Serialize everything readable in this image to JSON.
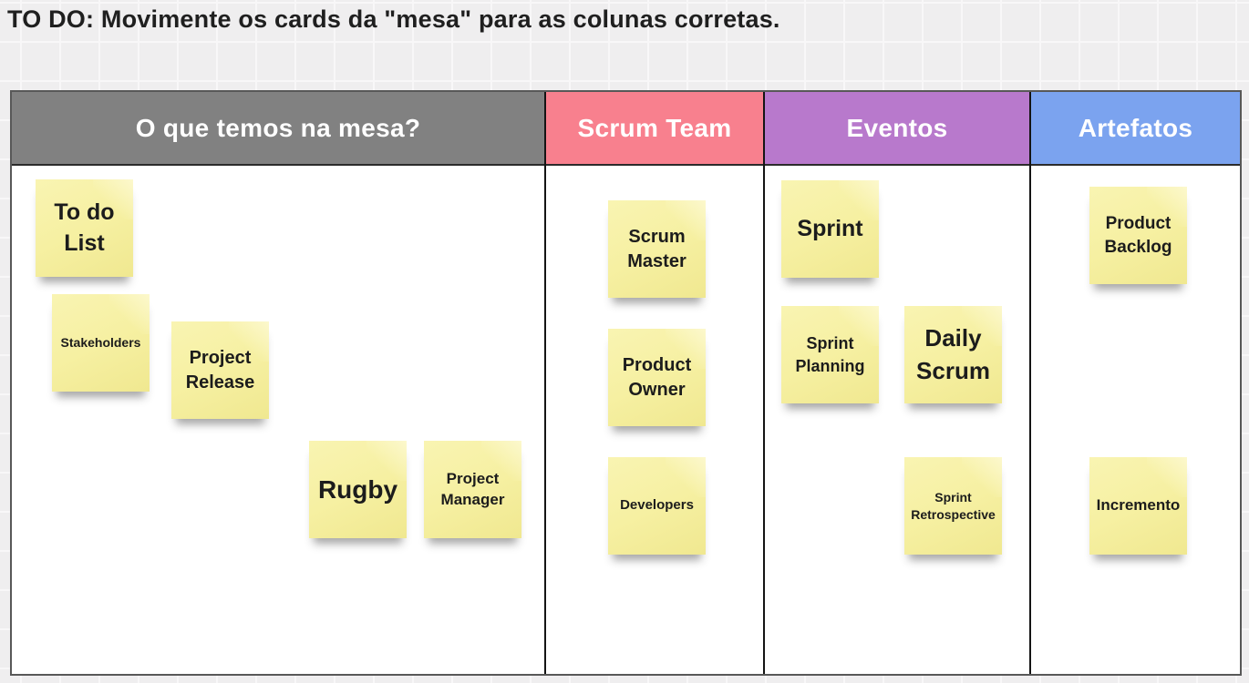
{
  "page": {
    "title": "TO DO: Movimente os cards da \"mesa\" para as colunas corretas."
  },
  "board": {
    "header_text_color": "#FFFFFF",
    "sticky_note_color": "#F6F0A2",
    "note_text_color": "#1C1C1C",
    "columns": [
      {
        "id": "mesa",
        "label": "O que temos na mesa?",
        "color": "#818181"
      },
      {
        "id": "scrum-team",
        "label": "Scrum Team",
        "color": "#F8808E"
      },
      {
        "id": "eventos",
        "label": "Eventos",
        "color": "#B879CC"
      },
      {
        "id": "artefatos",
        "label": "Artefatos",
        "color": "#7BA3EF"
      }
    ],
    "notes": [
      {
        "text": "To do List",
        "column": "mesa"
      },
      {
        "text": "Stakeholders",
        "column": "mesa"
      },
      {
        "text": "Project Release",
        "column": "mesa"
      },
      {
        "text": "Rugby",
        "column": "mesa"
      },
      {
        "text": "Project Manager",
        "column": "mesa"
      },
      {
        "text": "Scrum Master",
        "column": "scrum-team"
      },
      {
        "text": "Product Owner",
        "column": "scrum-team"
      },
      {
        "text": "Developers",
        "column": "scrum-team"
      },
      {
        "text": "Sprint",
        "column": "eventos"
      },
      {
        "text": "Sprint Planning",
        "column": "eventos"
      },
      {
        "text": "Daily Scrum",
        "column": "eventos"
      },
      {
        "text": "Sprint Retrospective",
        "column": "eventos"
      },
      {
        "text": "Product Backlog",
        "column": "artefatos"
      },
      {
        "text": "Incremento",
        "column": "artefatos"
      }
    ]
  }
}
